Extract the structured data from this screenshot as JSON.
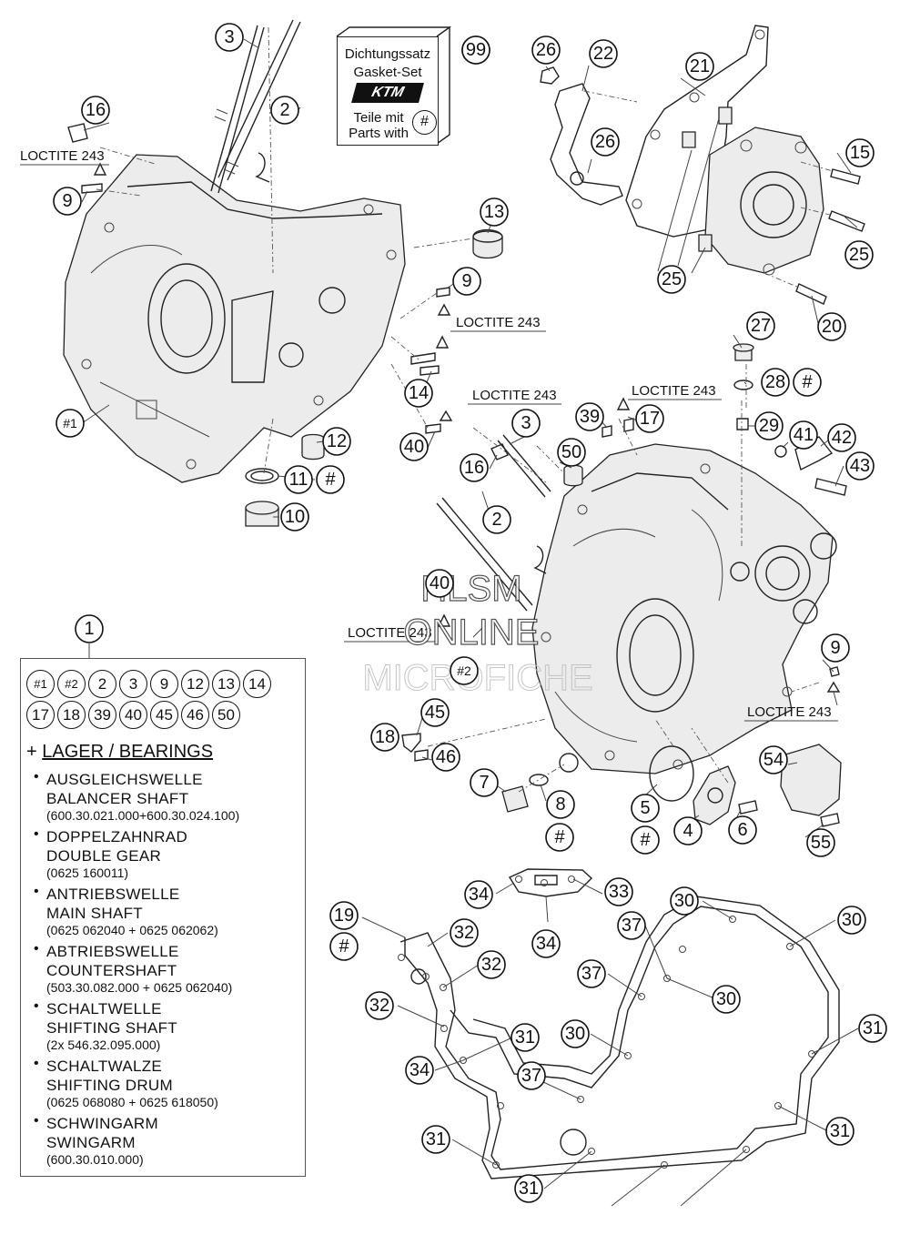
{
  "kit": {
    "line1": "Dichtungssatz",
    "line2": "Gasket-Set",
    "brand": "KTM",
    "line3": "Teile mit",
    "line4": "Parts with",
    "mark": "#",
    "number": "99"
  },
  "watermark": {
    "line1": "HLSM",
    "line2": "ONLINE",
    "line3": "MICROFICHE"
  },
  "loctite_label": "LOCTITE 243",
  "legend": {
    "number": "1",
    "chips": [
      "#1",
      "#2",
      "2",
      "3",
      "9",
      "12",
      "13",
      "14",
      "17",
      "18",
      "39",
      "40",
      "45",
      "46",
      "50"
    ],
    "header_plus": "+",
    "header": "LAGER / BEARINGS",
    "items": [
      {
        "de": "AUSGLEICHSWELLE",
        "en": "BALANCER SHAFT",
        "pn": "(600.30.021.000+600.30.024.100)"
      },
      {
        "de": "DOPPELZAHNRAD",
        "en": "DOUBLE GEAR",
        "pn": "(0625 160011)"
      },
      {
        "de": "ANTRIEBSWELLE",
        "en": "MAIN SHAFT",
        "pn": "(0625 062040 + 0625 062062)"
      },
      {
        "de": "ABTRIEBSWELLE",
        "en": "COUNTERSHAFT",
        "pn": "(503.30.082.000 + 0625 062040)"
      },
      {
        "de": "SCHALTWELLE",
        "en": "SHIFTING SHAFT",
        "pn": "(2x 546.32.095.000)"
      },
      {
        "de": "SCHALTWALZE",
        "en": "SHIFTING DRUM",
        "pn": "(0625 068080 + 0625 618050)"
      },
      {
        "de": "SCHWINGARM",
        "en": "SWINGARM",
        "pn": "(600.30.010.000)"
      }
    ]
  },
  "callouts": [
    "3",
    "2",
    "16",
    "9",
    "#1",
    "13",
    "9",
    "14",
    "40",
    "12",
    "11",
    "#",
    "10",
    "99",
    "26",
    "22",
    "26",
    "21",
    "15",
    "25",
    "20",
    "25",
    "27",
    "28",
    "#",
    "29",
    "41",
    "42",
    "43",
    "3",
    "39",
    "17",
    "50",
    "16",
    "2",
    "40",
    "#2",
    "45",
    "18",
    "46",
    "7",
    "8",
    "#",
    "5",
    "#",
    "4",
    "6",
    "54",
    "55",
    "9",
    "19",
    "#",
    "32",
    "32",
    "32",
    "34",
    "33",
    "34",
    "31",
    "34",
    "37",
    "37",
    "37",
    "30",
    "30",
    "30",
    "30",
    "31",
    "31",
    "31",
    "31"
  ]
}
